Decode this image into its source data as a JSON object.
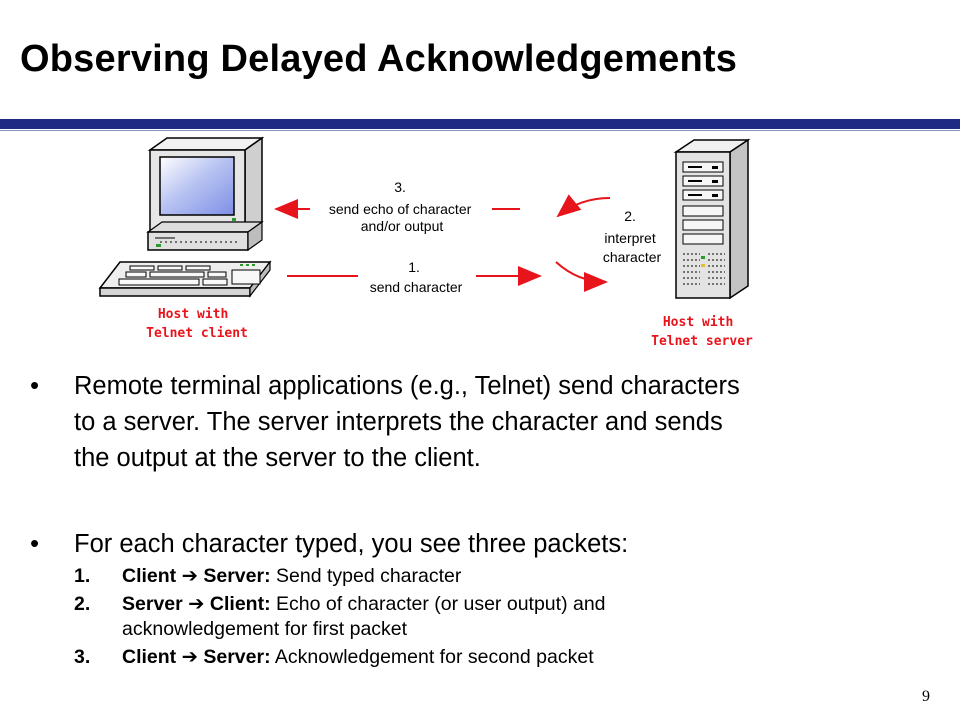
{
  "slide": {
    "title": "Observing Delayed Acknowledgements",
    "page_number": "9"
  },
  "diagram": {
    "client_label": [
      "Host with",
      "Telnet client"
    ],
    "server_label": [
      "Host with",
      "Telnet server"
    ],
    "step1": [
      "1.",
      "send character"
    ],
    "step2": [
      "2.",
      "interpret",
      "character"
    ],
    "step3": [
      "3.",
      "send echo of character",
      "and/or  output"
    ],
    "colors": {
      "arrow": "#e8141c",
      "label": "#e8141c",
      "rule": "#1f2a84"
    }
  },
  "bullets": [
    {
      "mark": "•",
      "lines": [
        "Remote terminal applications (e.g., Telnet) send characters",
        "to a server. The server interprets the character and sends",
        "the output at the server to the client."
      ]
    },
    {
      "mark": "•",
      "lines": [
        "For each character typed, you see three packets:"
      ],
      "items": [
        {
          "num": "1.",
          "from": "Client",
          "arrow": "➔",
          "to": "Server:",
          "text": "Send typed character",
          "cont": ""
        },
        {
          "num": "2.",
          "from": "Server",
          "arrow": "➔",
          "to": "Client:",
          "text": "Echo of character (or user output) and",
          "cont": "acknowledgement for first packet"
        },
        {
          "num": "3.",
          "from": "Client",
          "arrow": "➔",
          "to": "Server:",
          "text": "Acknowledgement for second packet",
          "cont": ""
        }
      ]
    }
  ]
}
